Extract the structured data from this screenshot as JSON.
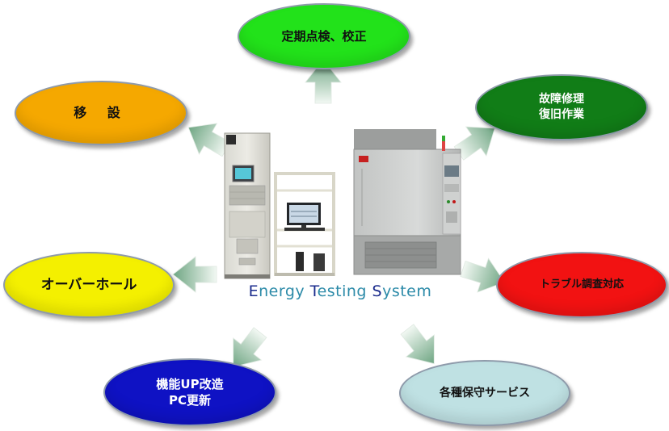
{
  "center": {
    "title_parts": [
      {
        "text": "E",
        "cap": true
      },
      {
        "text": "nergy ",
        "cap": false
      },
      {
        "text": "T",
        "cap": true
      },
      {
        "text": "esting ",
        "cap": false
      },
      {
        "text": "S",
        "cap": true
      },
      {
        "text": "ystem",
        "cap": false
      }
    ]
  },
  "services": {
    "inspection": {
      "lines": [
        "定期点検、校正"
      ],
      "color": "#22e21a"
    },
    "relocation": {
      "lines": [
        "移 設"
      ],
      "color": "#f5a800"
    },
    "repair": {
      "lines": [
        "故障修理",
        "復旧作業"
      ],
      "color": "#117d17"
    },
    "overhaul": {
      "lines": [
        "オーバーホール"
      ],
      "color": "#f4f000"
    },
    "trouble": {
      "lines": [
        "トラブル調査対応"
      ],
      "color": "#f21212"
    },
    "upgrade": {
      "lines": [
        "機能UP改造",
        "PC更新"
      ],
      "color": "#0f12c4"
    },
    "maintenance": {
      "lines": [
        "各種保守サービス"
      ],
      "color": "#bfe1e3"
    }
  },
  "colors": {
    "arrow_light": "#e9f3ea",
    "arrow_dark": "#6ea582",
    "title_main": "#2b8aa8",
    "title_caps": "#1a2b8c"
  }
}
